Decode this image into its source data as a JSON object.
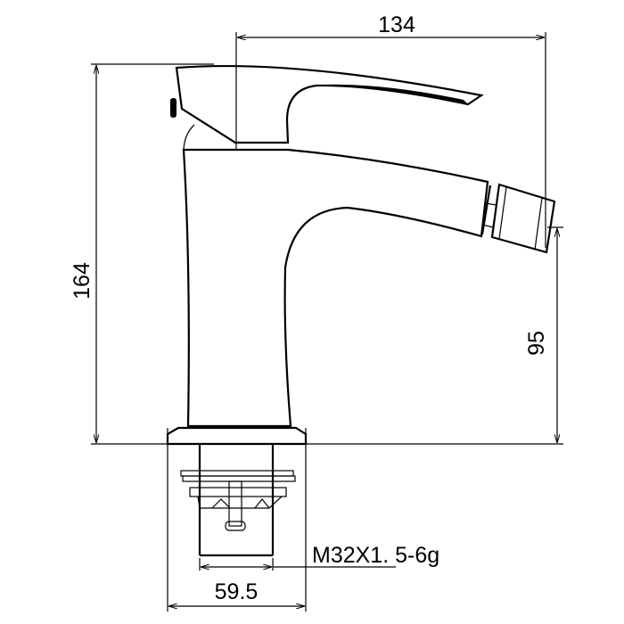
{
  "dimensions": {
    "total_reach": "134",
    "total_height": "164",
    "spout_height": "95",
    "base_diameter": "59.5",
    "thread_spec": "M32X1. 5-6g"
  }
}
